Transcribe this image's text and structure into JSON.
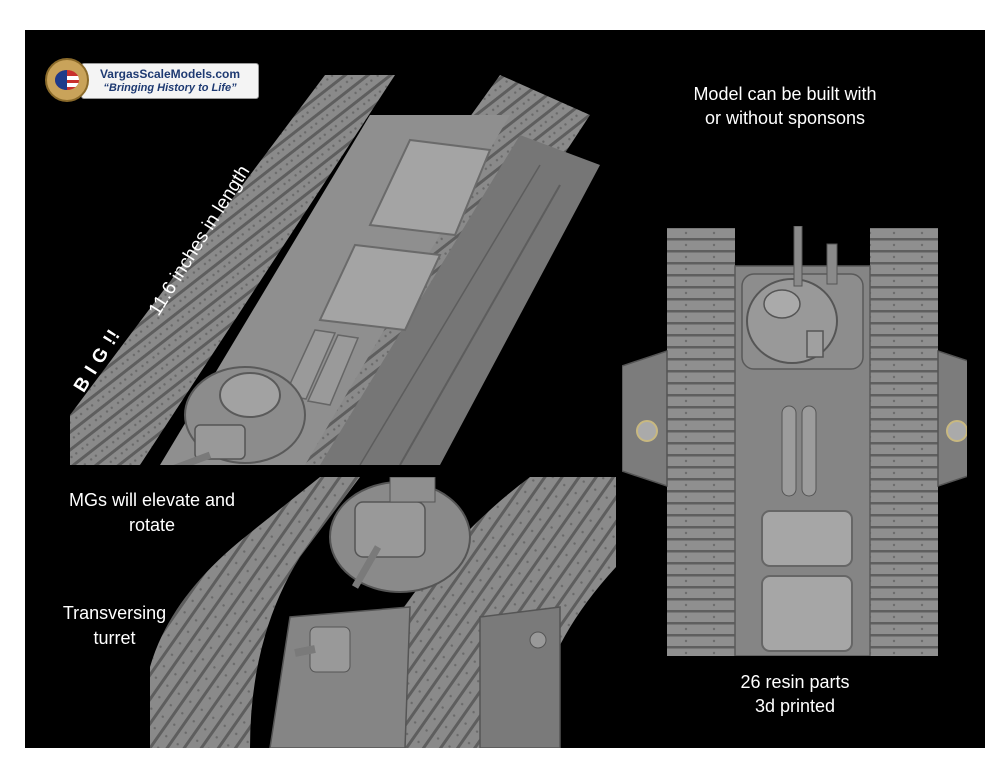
{
  "logo": {
    "site": "VargasScaleModels.com",
    "tagline": "“Bringing History to Life”"
  },
  "callouts": {
    "length": "11.6 inches in length",
    "big": "B I G !!",
    "sponsons_line1": "Model can be built with",
    "sponsons_line2": "or without sponsons",
    "mgs_line1": "MGs will elevate and",
    "mgs_line2": "rotate",
    "turret_line1": "Transversing",
    "turret_line2": "turret",
    "parts_line1": "26 resin parts",
    "parts_line2": "3d printed"
  },
  "colors": {
    "background": "#000000",
    "text": "#ffffff",
    "model_gray": "#7d7d7d",
    "logo_text": "#1e3a72"
  }
}
